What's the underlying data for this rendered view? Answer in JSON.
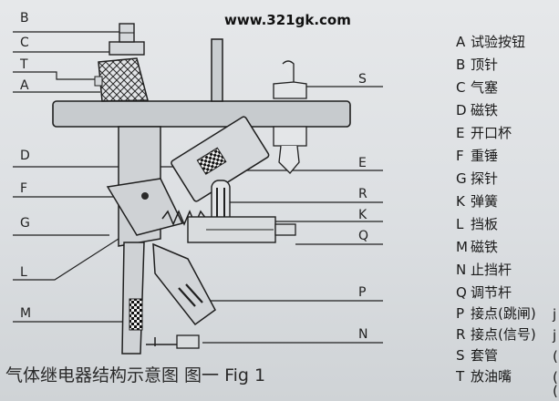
{
  "watermark": "www.321gk.com",
  "caption": "气体继电器结构示意图  图一 Fig 1",
  "left_labels": [
    "B",
    "C",
    "T",
    "A",
    "D",
    "F",
    "G",
    "L",
    "M"
  ],
  "right_labels": [
    "S",
    "E",
    "R",
    "K",
    "Q",
    "P",
    "N"
  ],
  "legend": [
    {
      "key": "A",
      "text": "试验按钮"
    },
    {
      "key": "B",
      "text": "顶针"
    },
    {
      "key": "C",
      "text": "气塞"
    },
    {
      "key": "D",
      "text": "磁铁"
    },
    {
      "key": "E",
      "text": "开口杯"
    },
    {
      "key": "F",
      "text": "重锤"
    },
    {
      "key": "G",
      "text": "探针"
    },
    {
      "key": "K",
      "text": "弹簧"
    },
    {
      "key": "L",
      "text": "挡板"
    },
    {
      "key": "M",
      "text": "磁铁"
    },
    {
      "key": "N",
      "text": "止挡杆"
    },
    {
      "key": "Q",
      "text": "调节杆"
    },
    {
      "key": "P",
      "text": "接点(跳闸)"
    },
    {
      "key": "R",
      "text": "接点(信号)"
    },
    {
      "key": "S",
      "text": "套管"
    },
    {
      "key": "T",
      "text": "放油嘴"
    }
  ],
  "legend_cutoff_marks": [
    "j",
    "j",
    "(",
    "(",
    "("
  ]
}
